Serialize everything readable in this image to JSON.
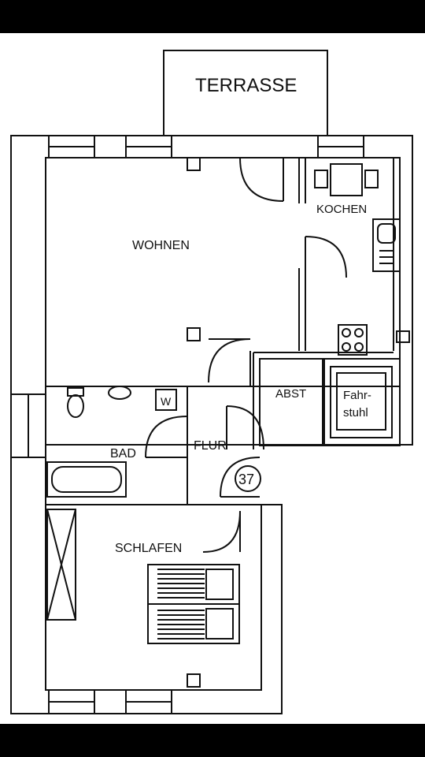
{
  "rooms": {
    "terrasse": "TERRASSE",
    "wohnen": "WOHNEN",
    "kochen": "KOCHEN",
    "abst": "ABST",
    "fahrstuhl_line1": "Fahr-",
    "fahrstuhl_line2": "stuhl",
    "bad": "BAD",
    "flur": "FLUR",
    "schlafen": "SCHLAFEN",
    "bad_fixture_w": "W"
  },
  "unit_number": "37"
}
